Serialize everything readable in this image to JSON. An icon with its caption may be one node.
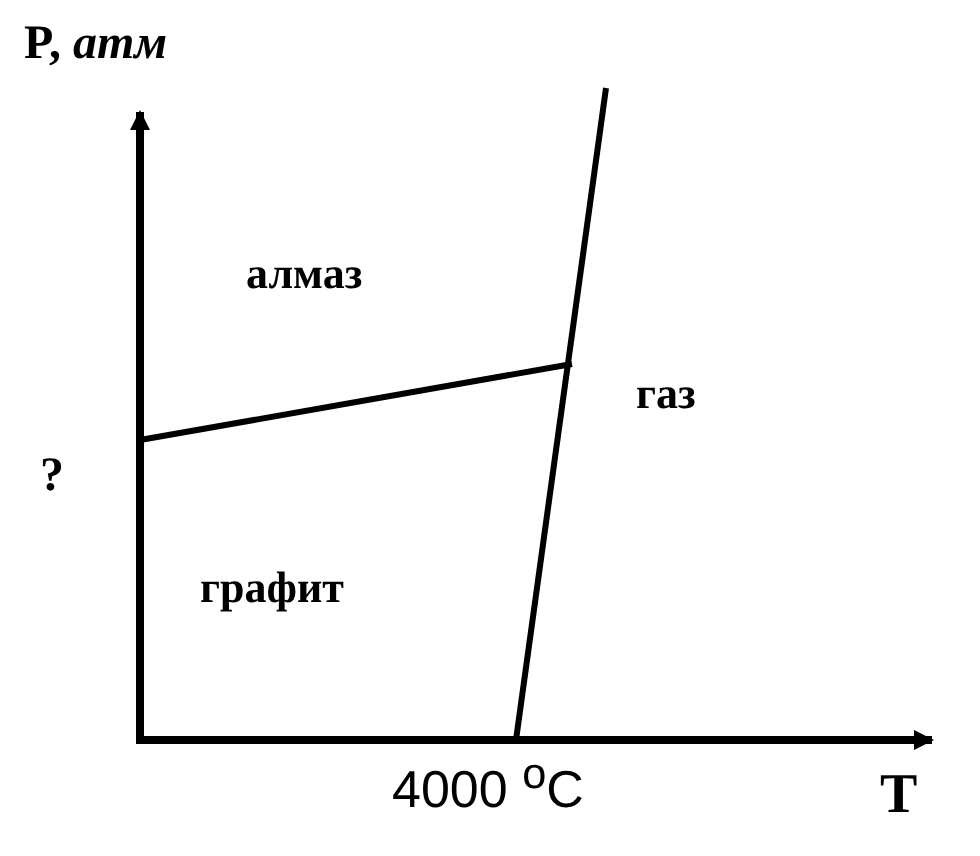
{
  "diagram": {
    "labels": [
      "P, *атм*",
      "алмаз",
      "газ",
      "?",
      "графит",
      "4000 $^{o}$C",
      "T"
    ]
  }
}
